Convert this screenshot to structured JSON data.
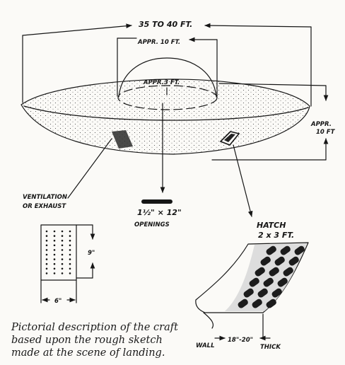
{
  "labels": {
    "width": "35 TO 40 FT.",
    "dome_width": "APPR. 10 FT.",
    "dome_height": "APPR.3 FT.",
    "height_line1": "APPR.",
    "height_line2": "10 FT",
    "openings_size": "1½\" × 12\"",
    "openings": "OPENINGS",
    "ventilation_line1": "VENTILATION",
    "ventilation_line2": "OR EXHAUST",
    "vent_height": "9\"",
    "vent_width": "6\"",
    "hatch": "HATCH",
    "hatch_size": "2 x 3 FT.",
    "wall": "WALL",
    "wall_thickness": "18\"-20\"",
    "thick": "THICK"
  },
  "caption": {
    "line1": "Pictorial description of the craft",
    "line2": "based upon the rough sketch",
    "line3": "made at the scene of landing."
  }
}
